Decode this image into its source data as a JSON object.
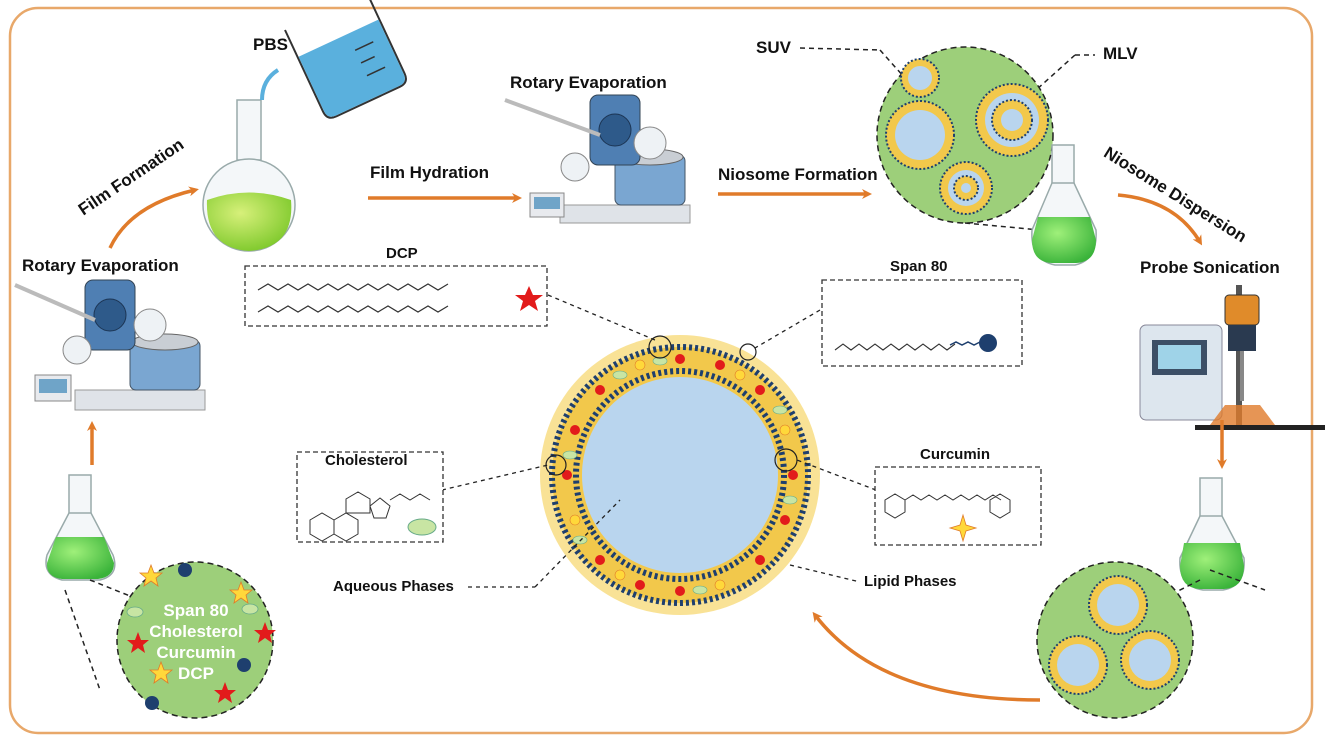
{
  "steps": {
    "rotary_evaporation_left": "Rotary Evaporation",
    "film_formation": "Film Formation",
    "pbs": "PBS",
    "film_hydration": "Film Hydration",
    "rotary_evaporation_top": "Rotary Evaporation",
    "niosome_formation": "Niosome Formation",
    "suv": "SUV",
    "mlv": "MLV",
    "niosome_dispersion": "Niosome Dispersion",
    "probe_sonication": "Probe Sonication"
  },
  "molecules": {
    "dcp": "DCP",
    "span80": "Span 80",
    "cholesterol": "Cholesterol",
    "curcumin": "Curcumin"
  },
  "phases": {
    "aqueous": "Aqueous Phases",
    "lipid": "Lipid Phases"
  },
  "ingredients": [
    "Span 80",
    "Cholesterol",
    "Curcumin",
    "DCP"
  ],
  "colors": {
    "frame": "#e8a86a",
    "arrow": "#e07b2a",
    "liquid_green": "#8ed43a",
    "vesicle_core": "#b9d5ee",
    "bilayer": "#f2c84b",
    "head": "#1e3f6e",
    "star_red": "#e21b1b",
    "star_yellow": "#ffd83a",
    "chol": "#c8e5a3",
    "inset_bg": "#9dcf7a"
  },
  "icons": [
    "flask-icon",
    "beaker-icon",
    "rotary-evaporator-icon",
    "probe-sonicator-icon",
    "red-star-icon",
    "yellow-star-icon"
  ]
}
